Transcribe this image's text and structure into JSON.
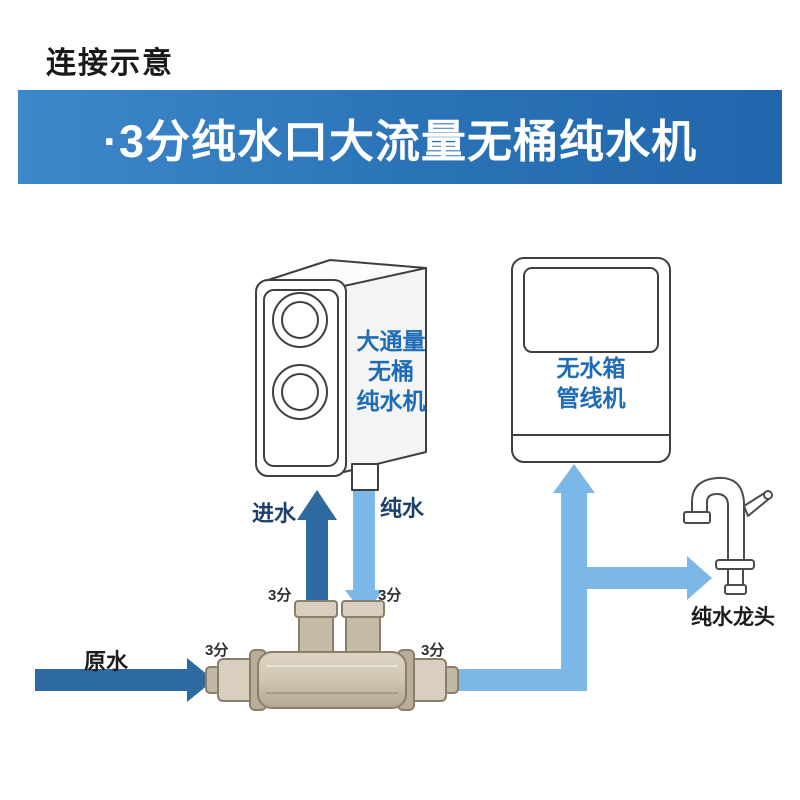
{
  "title": "连接示意",
  "banner": {
    "text": "·3分纯水口大流量无桶纯水机"
  },
  "devices": {
    "purifier": {
      "label": [
        "大通量",
        "无桶",
        "纯水机"
      ]
    },
    "pipeline": {
      "label": [
        "无水箱",
        "管线机"
      ]
    },
    "faucet": {
      "label": "纯水龙头"
    }
  },
  "flows": {
    "raw_water": "原水",
    "inlet": "进水",
    "pure_water": "纯水"
  },
  "fittings": {
    "size": "3分"
  },
  "colors": {
    "banner_gradient_start": "#3c88ca",
    "banner_gradient_end": "#2066ac",
    "dark_arrow": "#2e6aa2",
    "light_arrow": "#7cb8e7",
    "device_label_blue": "#1e6cb5",
    "connector_tan": "#cfc5b2"
  }
}
